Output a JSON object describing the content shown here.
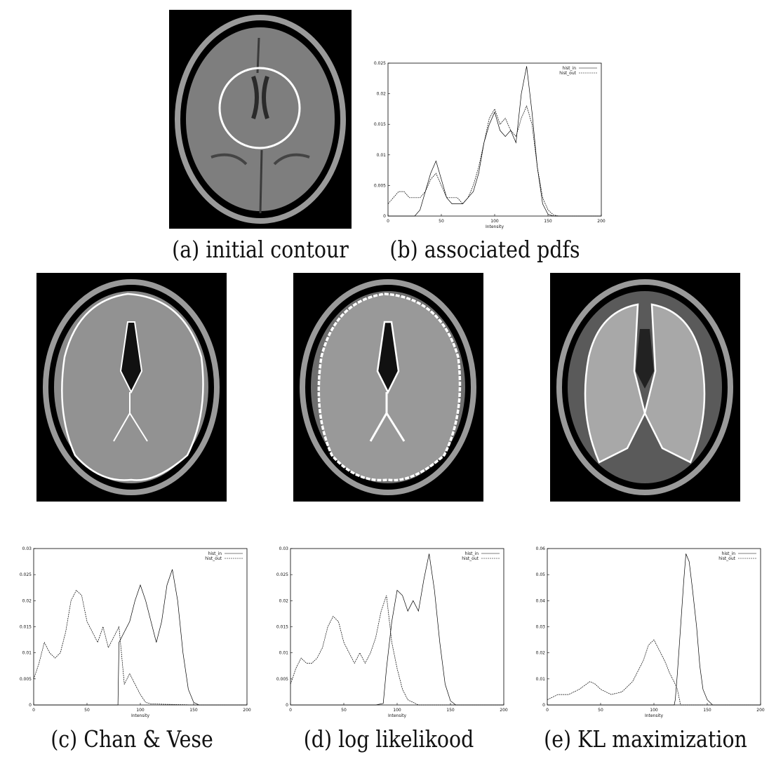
{
  "captions": {
    "a": "(a) initial contour",
    "b": "(b) associated pdfs",
    "c": "(c) Chan & Vese",
    "d": "(d) log likelikood",
    "e": "(e) KL maximization"
  },
  "colors": {
    "background": "#ffffff",
    "line": "#000000",
    "contour": "#ffffff",
    "image_bg": "#000000"
  },
  "chart_data": [
    {
      "id": "b",
      "type": "line",
      "xlabel": "Intensity",
      "ylabel": "",
      "xlim": [
        0,
        200
      ],
      "ylim": [
        0,
        0.025
      ],
      "xticks": [
        0,
        50,
        100,
        150,
        200
      ],
      "yticks": [
        0,
        0.005,
        0.01,
        0.015,
        0.02,
        0.025
      ],
      "legend": "top-right",
      "series": [
        {
          "name": "hist_in",
          "style": "solid",
          "x": [
            0,
            10,
            20,
            25,
            30,
            35,
            40,
            45,
            50,
            55,
            60,
            65,
            70,
            75,
            80,
            85,
            90,
            95,
            100,
            105,
            110,
            115,
            120,
            125,
            130,
            135,
            140,
            145,
            150,
            155,
            160,
            200
          ],
          "y": [
            0,
            0,
            0,
            0,
            0.001,
            0.004,
            0.007,
            0.009,
            0.006,
            0.003,
            0.002,
            0.002,
            0.002,
            0.003,
            0.004,
            0.007,
            0.012,
            0.015,
            0.017,
            0.014,
            0.013,
            0.014,
            0.012,
            0.02,
            0.0245,
            0.017,
            0.008,
            0.002,
            0.0003,
            0,
            0,
            0
          ]
        },
        {
          "name": "hist_out",
          "style": "dashed",
          "x": [
            0,
            5,
            10,
            15,
            20,
            25,
            30,
            35,
            40,
            45,
            50,
            55,
            60,
            65,
            70,
            75,
            80,
            85,
            90,
            95,
            100,
            105,
            110,
            115,
            120,
            125,
            130,
            135,
            140,
            145,
            150,
            155,
            160,
            200
          ],
          "y": [
            0.002,
            0.003,
            0.004,
            0.004,
            0.003,
            0.003,
            0.003,
            0.004,
            0.006,
            0.007,
            0.005,
            0.003,
            0.003,
            0.003,
            0.002,
            0.003,
            0.005,
            0.008,
            0.012,
            0.016,
            0.0175,
            0.015,
            0.016,
            0.014,
            0.013,
            0.016,
            0.018,
            0.015,
            0.008,
            0.003,
            0.001,
            0.0002,
            0,
            0
          ]
        }
      ]
    },
    {
      "id": "c",
      "type": "line",
      "xlabel": "Intensity",
      "ylabel": "",
      "xlim": [
        0,
        200
      ],
      "ylim": [
        0,
        0.03
      ],
      "xticks": [
        0,
        50,
        100,
        150,
        200
      ],
      "yticks": [
        0,
        0.005,
        0.01,
        0.015,
        0.02,
        0.025,
        0.03
      ],
      "legend": "top-right",
      "series": [
        {
          "name": "hist_in",
          "style": "solid",
          "x": [
            0,
            20,
            40,
            60,
            79,
            80,
            85,
            90,
            95,
            100,
            105,
            110,
            115,
            120,
            125,
            130,
            135,
            140,
            145,
            150,
            155,
            200
          ],
          "y": [
            0,
            0,
            0,
            0,
            0,
            0.012,
            0.014,
            0.016,
            0.02,
            0.023,
            0.02,
            0.016,
            0.012,
            0.016,
            0.023,
            0.026,
            0.02,
            0.01,
            0.003,
            0.0005,
            0,
            0
          ]
        },
        {
          "name": "hist_out",
          "style": "dashed",
          "x": [
            0,
            5,
            10,
            15,
            20,
            25,
            30,
            35,
            40,
            45,
            50,
            55,
            60,
            65,
            70,
            75,
            80,
            85,
            90,
            95,
            100,
            105,
            110,
            150,
            200
          ],
          "y": [
            0.005,
            0.008,
            0.012,
            0.01,
            0.009,
            0.01,
            0.014,
            0.02,
            0.022,
            0.021,
            0.016,
            0.014,
            0.012,
            0.015,
            0.011,
            0.013,
            0.015,
            0.004,
            0.006,
            0.004,
            0.002,
            0.0005,
            0.0002,
            0,
            0
          ]
        }
      ]
    },
    {
      "id": "d",
      "type": "line",
      "xlabel": "Intensity",
      "ylabel": "",
      "xlim": [
        0,
        200
      ],
      "ylim": [
        0,
        0.03
      ],
      "xticks": [
        0,
        50,
        100,
        150,
        200
      ],
      "yticks": [
        0,
        0.005,
        0.01,
        0.015,
        0.02,
        0.025,
        0.03
      ],
      "legend": "top-right",
      "series": [
        {
          "name": "hist_in",
          "style": "solid",
          "x": [
            0,
            20,
            40,
            60,
            80,
            87,
            90,
            95,
            100,
            105,
            110,
            115,
            120,
            125,
            130,
            135,
            140,
            145,
            150,
            155,
            200
          ],
          "y": [
            0,
            0,
            0,
            0,
            0,
            0.0003,
            0.007,
            0.016,
            0.022,
            0.021,
            0.018,
            0.02,
            0.018,
            0.024,
            0.029,
            0.022,
            0.012,
            0.004,
            0.0008,
            0,
            0
          ]
        },
        {
          "name": "hist_out",
          "style": "dashed",
          "x": [
            0,
            5,
            10,
            15,
            20,
            25,
            30,
            35,
            40,
            45,
            50,
            55,
            60,
            65,
            70,
            75,
            80,
            85,
            90,
            95,
            100,
            105,
            110,
            120,
            200
          ],
          "y": [
            0.004,
            0.007,
            0.009,
            0.008,
            0.008,
            0.009,
            0.011,
            0.015,
            0.017,
            0.016,
            0.012,
            0.01,
            0.008,
            0.01,
            0.008,
            0.01,
            0.013,
            0.018,
            0.021,
            0.012,
            0.007,
            0.003,
            0.001,
            0,
            0
          ]
        }
      ]
    },
    {
      "id": "e",
      "type": "line",
      "xlabel": "Intensity",
      "ylabel": "",
      "xlim": [
        0,
        200
      ],
      "ylim": [
        0,
        0.06
      ],
      "xticks": [
        0,
        50,
        100,
        150,
        200
      ],
      "yticks": [
        0,
        0.01,
        0.02,
        0.03,
        0.04,
        0.05,
        0.06
      ],
      "legend": "top-right",
      "series": [
        {
          "name": "hist_in",
          "style": "solid",
          "x": [
            0,
            40,
            80,
            110,
            119,
            120,
            122,
            125,
            128,
            130,
            133,
            136,
            140,
            143,
            146,
            150,
            155,
            200
          ],
          "y": [
            0,
            0,
            0,
            0,
            0,
            0.002,
            0.012,
            0.03,
            0.048,
            0.058,
            0.055,
            0.045,
            0.03,
            0.015,
            0.006,
            0.002,
            0,
            0
          ]
        },
        {
          "name": "hist_out",
          "style": "dashed",
          "x": [
            0,
            5,
            10,
            20,
            30,
            40,
            45,
            50,
            60,
            70,
            80,
            90,
            95,
            100,
            105,
            110,
            115,
            120,
            122,
            125,
            200
          ],
          "y": [
            0.002,
            0.003,
            0.004,
            0.004,
            0.006,
            0.009,
            0.008,
            0.006,
            0.004,
            0.005,
            0.009,
            0.017,
            0.023,
            0.025,
            0.021,
            0.017,
            0.012,
            0.008,
            0.006,
            0,
            0
          ]
        }
      ]
    }
  ]
}
